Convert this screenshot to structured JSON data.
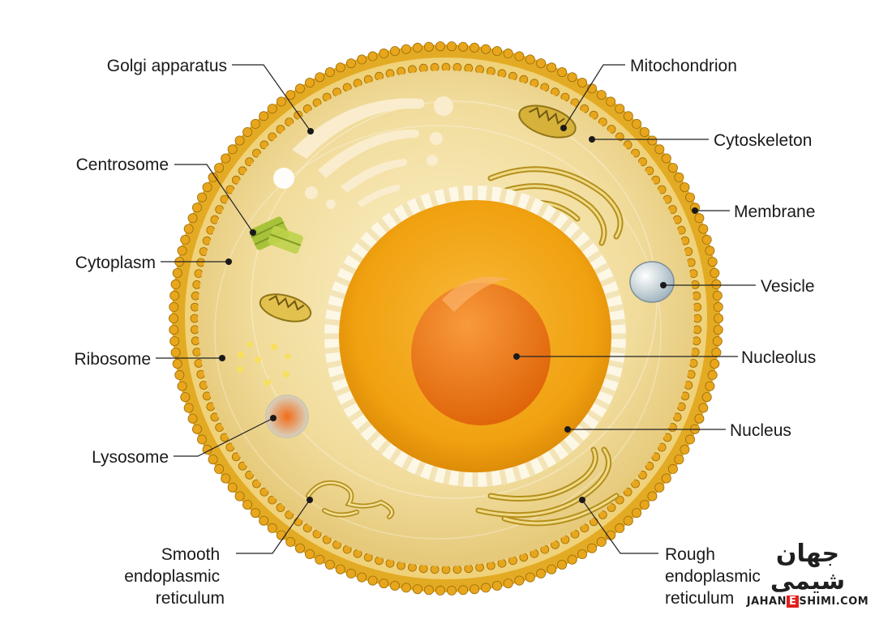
{
  "labels": {
    "golgi": "Golgi apparatus",
    "centrosome": "Centrosome",
    "cytoplasm": "Cytoplasm",
    "ribosome": "Ribosome",
    "lysosome": "Lysosome",
    "smooth_er": [
      "Smooth",
      "endoplasmic",
      "reticulum"
    ],
    "mitochondrion": "Mitochondrion",
    "cytoskeleton": "Cytoskeleton",
    "membrane": "Membrane",
    "vesicle": "Vesicle",
    "nucleolus": "Nucleolus",
    "nucleus": "Nucleus",
    "rough_er": [
      "Rough",
      "endoplasmic",
      "reticulum"
    ]
  },
  "watermark": {
    "persian": "جهان شیمی",
    "latin_pre": "JAHAN",
    "latin_box": "E",
    "latin_post": "SHIMI.COM"
  },
  "colors": {
    "membrane": "#e0a21a",
    "cytoplasm": "#f3e2a6",
    "nucleus": "#f2a20f",
    "nucleolus": "#ef7a12",
    "organelle": "#c9a22a"
  }
}
